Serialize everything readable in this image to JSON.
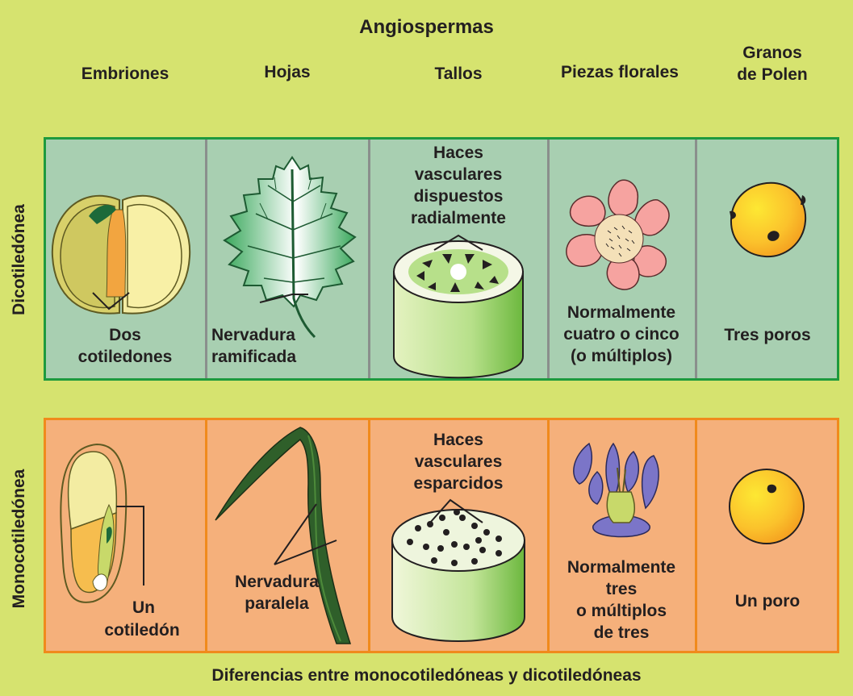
{
  "title": "Angiospermas",
  "columns": [
    "Embriones",
    "Hojas",
    "Tallos",
    "Piezas florales",
    "Granos\nde Polen"
  ],
  "rows": {
    "dicot": {
      "label": "Dicotiledónea",
      "embrion": "Dos\ncotiledones",
      "hoja": "Nervadura\nramificada",
      "tallo": "Haces\nvasculares\ndispuestos\nradialmente",
      "flor": "Normalmente\ncuatro o cinco\n(o múltiplos)",
      "polen": "Tres poros"
    },
    "mono": {
      "label": "Monocotiledónea",
      "embrion_a": "Un",
      "embrion_b": "cotiledón",
      "hoja": "Nervadura\nparalela",
      "tallo": "Haces\nvasculares\nesparcidos",
      "flor": "Normalmente\ntres\no múltiplos\nde tres",
      "polen": "Un poro"
    }
  },
  "caption": "Diferencias entre monocotiledóneas y dicotiledóneas",
  "colors": {
    "background": "#d6e36f",
    "dicot_fill": "#a8cfb1",
    "dicot_border": "#1e9a3e",
    "mono_fill": "#f5b07b",
    "mono_border": "#f08a1c"
  }
}
